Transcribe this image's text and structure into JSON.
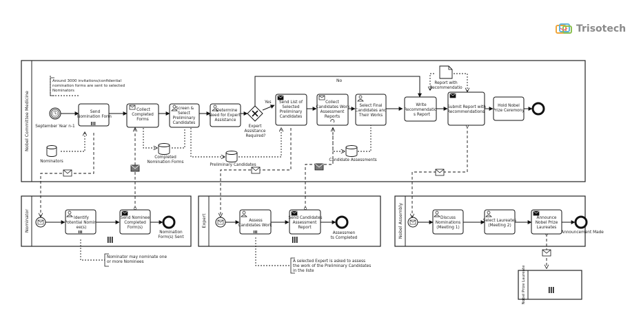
{
  "brand": {
    "name": "Trisotech"
  },
  "pools": {
    "committee": "Nobel Committee Medicine",
    "nominator": "Nominator",
    "expert": "Expert",
    "assembly": "Nobel Assembly",
    "laureate": "Nobel Prize Laureate"
  },
  "committee": {
    "annotation": [
      "Around 3000 invitations/confidential",
      "nomination forms are sent to selected",
      "Nominators"
    ],
    "start_event": "September Year n-1",
    "tasks": {
      "send_form": [
        "Send",
        "Nomination Form"
      ],
      "collect_forms": [
        "Collect",
        "Completed",
        "Forms"
      ],
      "screen": [
        "Screen &",
        "Select",
        "Preliminary",
        "Candidates"
      ],
      "determine": [
        "Determine",
        "Need for Expert",
        "Assistance"
      ],
      "send_list": [
        "Send List of",
        "Selected",
        "Preliminary",
        "Candidates"
      ],
      "collect_reports": [
        "Collect",
        "Candidates Work",
        "Assessment",
        "Reports"
      ],
      "select_final": [
        "Select Final",
        "Candidates and",
        "Their Works"
      ],
      "write_report": [
        "Write",
        "Recommendatio",
        "s Report"
      ],
      "submit_report": [
        "Submit Report with",
        "Recommendations"
      ],
      "hold_ceremony": [
        "Hold Nobel",
        "Prize Ceremony"
      ]
    },
    "gateway": [
      "Expert",
      "Assistance",
      "Required?"
    ],
    "flow_no": "No",
    "flow_yes": "Yes",
    "data_objects": {
      "nominators": "Nominators",
      "completed_forms": [
        "Completed",
        "Nomination Forms"
      ],
      "preliminary": "Preliminary Candidates",
      "assessments": "Candidate Assessments",
      "report": [
        "Report with",
        "Recommendatio"
      ]
    }
  },
  "nominator": {
    "tasks": {
      "identify": [
        "Identify",
        "Potential Nomin",
        "ee(s)"
      ],
      "send_completed": [
        "Send Nominee",
        "Completed",
        "Form(s)"
      ]
    },
    "end_event": [
      "Nomination",
      "Form(s) Sent"
    ],
    "annotation": [
      "Nominator may nominate one",
      "or more Nominees"
    ]
  },
  "expert": {
    "tasks": {
      "assess": [
        "Assess",
        "Candidates Work"
      ],
      "send_report": [
        "Send Candidates",
        "Assessment",
        "Report"
      ]
    },
    "end_event": [
      "Assessmen",
      "ts Completed"
    ],
    "annotation": [
      "A selected Expert is asked to assess",
      "the work of the Preliminary Candidates",
      "in the liste"
    ]
  },
  "assembly": {
    "tasks": {
      "discuss": [
        "Discuss",
        "Nominations",
        "(Meeting 1)"
      ],
      "select_laureates": [
        "Select Laureates",
        "(Meeting 2)"
      ],
      "announce": [
        "Announce",
        "Nobel Prize",
        "Laureates"
      ]
    },
    "end_event": "Announcement Made"
  }
}
